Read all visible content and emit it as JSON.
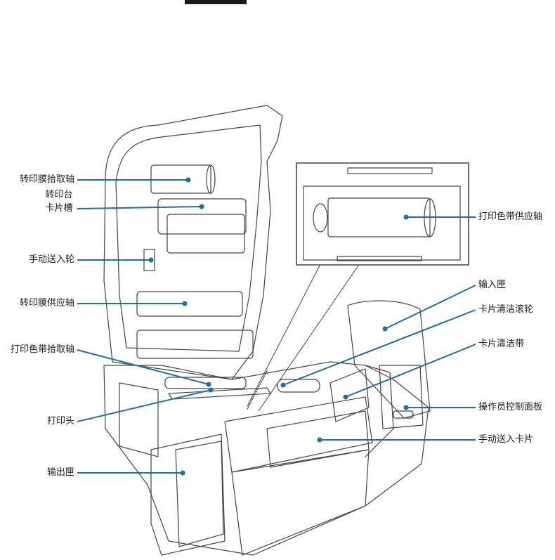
{
  "labels": {
    "transfer_film_takeup": "转印膜拾取轴",
    "transfer_platen": "转印台",
    "card_slot": "卡片槽",
    "manual_feed_wheel": "手动送入轮",
    "transfer_film_supply": "转印膜供应轴",
    "ribbon_takeup": "打印色带拾取轴",
    "printhead": "打印头",
    "output_hopper": "输出匣",
    "ribbon_supply": "打印色带供应轴",
    "input_hopper": "输入匣",
    "card_cleaning_roller": "卡片清洁滚轮",
    "card_cleaning_tape": "卡片清洁带",
    "operator_panel": "操作员控制面板",
    "manual_card_feed": "手动送入卡片"
  },
  "colors": {
    "callout": "#1f6fa3",
    "drawing": "#444444",
    "text": "#1a1a1a"
  }
}
